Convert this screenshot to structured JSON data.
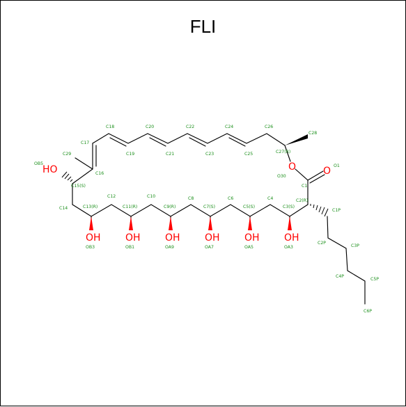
{
  "title": "FLI",
  "colors": {
    "atom_label": "#1a8f1a",
    "bond": "#000000",
    "oxygen": "#ff0000"
  },
  "groups": {
    "hydroxyl_b5": "HO",
    "hydroxyl": "OH",
    "ring_oxygen": "O",
    "carbonyl_oxygen": "O"
  },
  "atom_labels": {
    "C18": "C18",
    "C20": "C20",
    "C22": "C22",
    "C24": "C24",
    "C26": "C26",
    "C28": "C28",
    "C17": "C17",
    "C19": "C19",
    "C21": "C21",
    "C23": "C23",
    "C25": "C25",
    "C27": "C27(R)",
    "C29": "C29",
    "C16": "C16",
    "OB5": "OB5",
    "C15": "C15(S)",
    "O30": "O30",
    "O1": "O1",
    "C1": "C1",
    "C2": "C2(R)",
    "C14": "C14",
    "C13": "C13(R)",
    "C12": "C12",
    "C11": "C11(R)",
    "C10": "C10",
    "C9": "C9(R)",
    "C8": "C8",
    "C7": "C7(S)",
    "C6": "C6",
    "C5": "C5(S)",
    "C4": "C4",
    "C3": "C3(S)",
    "C1P": "C1P",
    "C2P": "C2P",
    "C3P": "C3P",
    "C4P": "C4P",
    "C5P": "C5P",
    "C6P": "C6P",
    "OB3": "OB3",
    "OB1": "OB1",
    "OA9": "OA9",
    "OA7": "OA7",
    "OA5": "OA5",
    "OA3": "OA3"
  }
}
